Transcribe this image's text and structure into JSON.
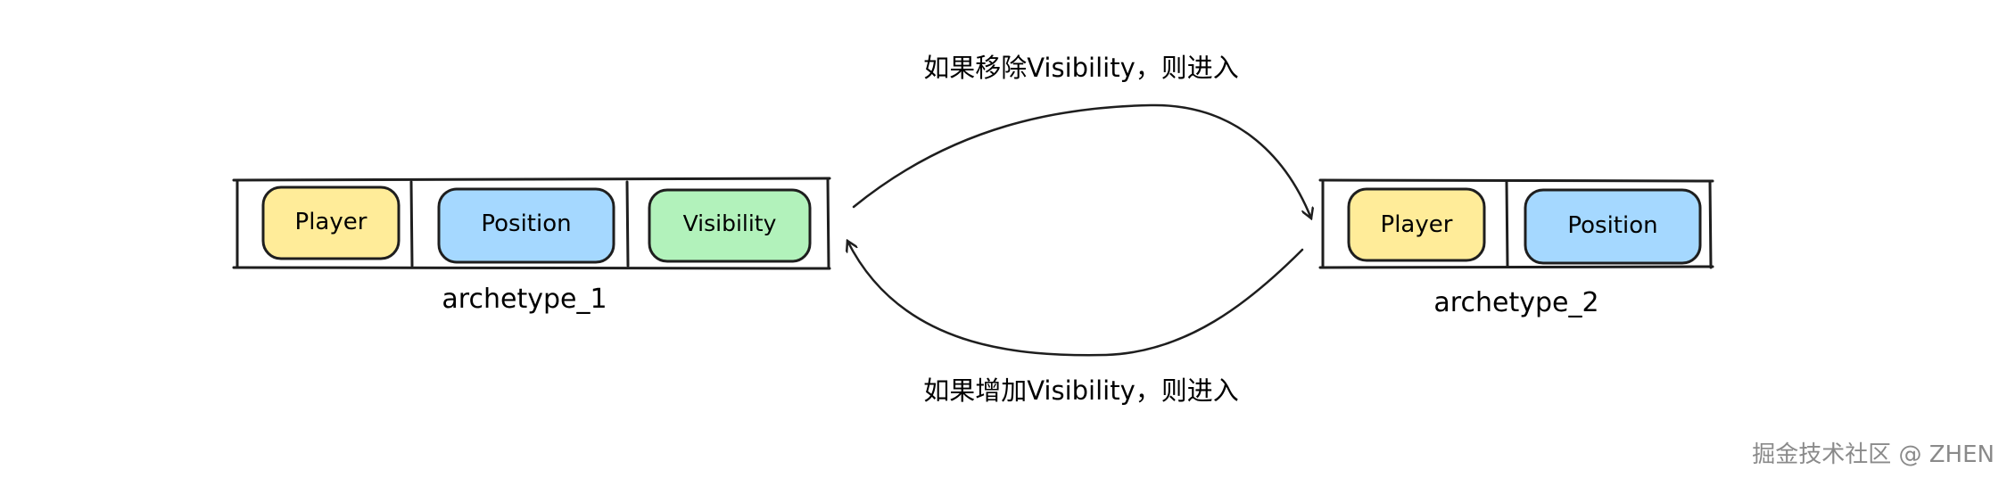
{
  "archetypes": [
    {
      "label": "archetype_1",
      "components": [
        {
          "name": "Player",
          "color": "#ffec99"
        },
        {
          "name": "Position",
          "color": "#a5d8ff"
        },
        {
          "name": "Visibility",
          "color": "#b2f2bb"
        }
      ]
    },
    {
      "label": "archetype_2",
      "components": [
        {
          "name": "Player",
          "color": "#ffec99"
        },
        {
          "name": "Position",
          "color": "#a5d8ff"
        }
      ]
    }
  ],
  "transitions": {
    "top_label": "如果移除Visibility，则进入",
    "bottom_label": "如果增加Visibility，则进入"
  },
  "colors": {
    "stroke": "#1e1e1e",
    "player": "#ffec99",
    "position": "#a5d8ff",
    "visibility": "#b2f2bb"
  },
  "watermark": "掘金技术社区 @ ZHEN"
}
